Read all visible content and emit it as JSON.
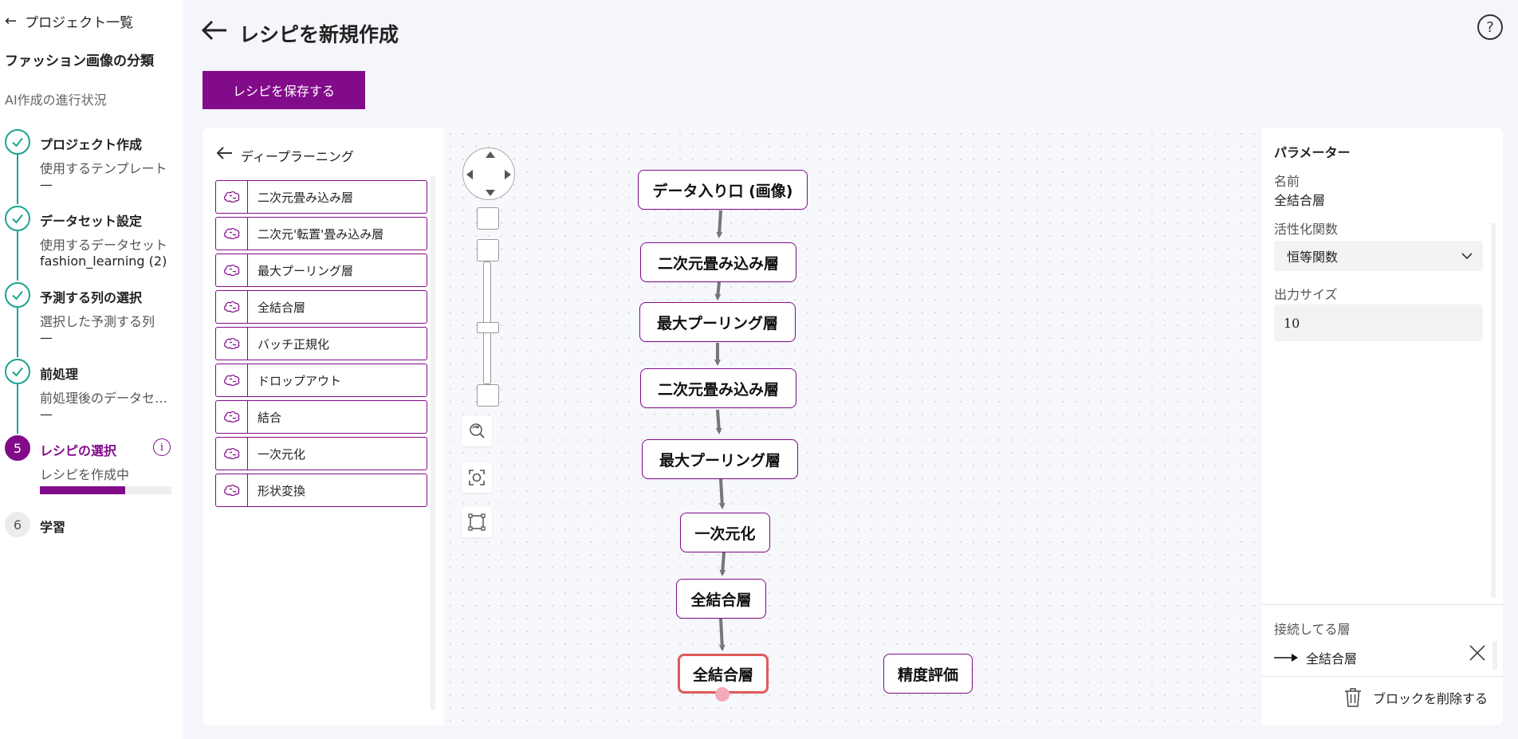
{
  "sidebar": {
    "back_label": "プロジェクト一覧",
    "project_name": "ファッション画像の分類",
    "progress_title": "AI作成の進行状況",
    "steps": [
      {
        "title": "プロジェクト作成",
        "sub": "使用するテンプレート",
        "value": "—"
      },
      {
        "title": "データセット設定",
        "sub": "使用するデータセット",
        "value": "fashion_learning (2)"
      },
      {
        "title": "予測する列の選択",
        "sub": "選択した予測する列",
        "value": "—"
      },
      {
        "title": "前処理",
        "sub": "前処理後のデータセ…",
        "value": "—"
      },
      {
        "number": "5",
        "title": "レシピの選択",
        "sub": "レシピを作成中",
        "progress": 0.65
      },
      {
        "number": "6",
        "title": "学習"
      }
    ]
  },
  "header": {
    "title": "レシピを新規作成",
    "save_label": "レシピを保存する"
  },
  "palette": {
    "title": "ディープラーニング",
    "items": [
      "二次元畳み込み層",
      "二次元'転置'畳み込み層",
      "最大プーリング層",
      "全結合層",
      "バッチ正規化",
      "ドロップアウト",
      "結合",
      "一次元化",
      "形状変換"
    ]
  },
  "canvas": {
    "nodes": [
      "データ入り口 (画像)",
      "二次元畳み込み層",
      "最大プーリング層",
      "二次元畳み込み層",
      "最大プーリング層",
      "一次元化",
      "全結合層",
      "全結合層",
      "精度評価"
    ]
  },
  "params": {
    "title": "パラメーター",
    "name_label": "名前",
    "name_value": "全結合層",
    "activation_label": "活性化関数",
    "activation_value": "恒等関数",
    "output_label": "出力サイズ",
    "output_value": "10",
    "connected_label": "接続してる層",
    "connected_layer": "全結合層",
    "delete_label": "ブロックを削除する"
  },
  "colors": {
    "accent": "#820b8a",
    "done": "#1aa391",
    "selected_border": "#e05a5a"
  }
}
